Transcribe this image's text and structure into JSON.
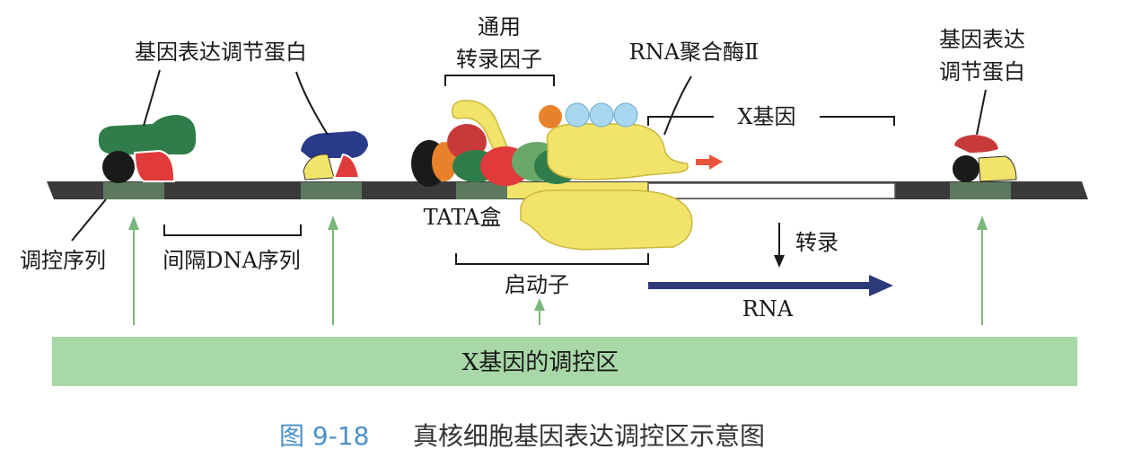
{
  "labels": {
    "reg_protein_left": "基因表达调节蛋白",
    "general_tf_line1": "通用",
    "general_tf_line2": "转录因子",
    "rna_pol": "RNA聚合酶Ⅱ",
    "x_gene": "X基因",
    "reg_protein_right_line1": "基因表达",
    "reg_protein_right_line2": "调节蛋白",
    "regulatory_seq": "调控序列",
    "spacer_seq": "间隔DNA序列",
    "tata_box": "TATA盒",
    "transcription": "转录",
    "promoter": "启动子",
    "rna": "RNA",
    "regulatory_region": "X基因的调控区"
  },
  "caption": {
    "number": "图 9-18",
    "title": "真核细胞基因表达调控区示意图"
  },
  "colors": {
    "dna": "#3a3a3a",
    "reg_site": "#5e7a5e",
    "promoter_yellow": "#f2e36a",
    "polymerase": "#f2e36a",
    "arrow_green": "#7ab87a",
    "region_bar": "#a8d8a8",
    "rna_arrow": "#2d3a7a",
    "red_arrow": "#e8553a",
    "caption_blue": "#4a90c8"
  }
}
